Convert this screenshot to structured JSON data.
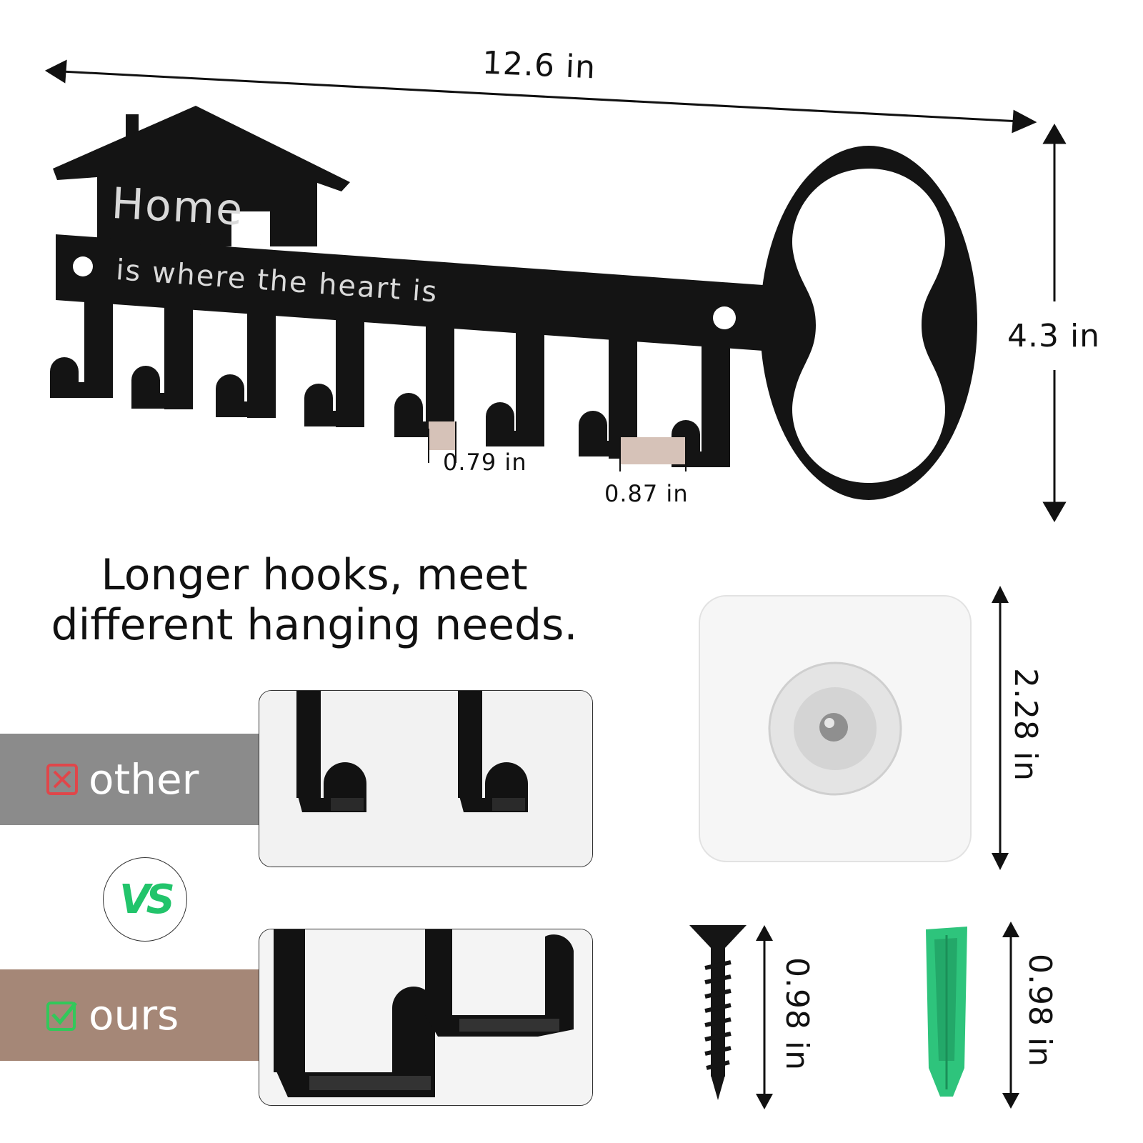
{
  "dimensions": {
    "total_length": "12.6 in",
    "total_height": "4.3 in",
    "hook_depth": "0.79 in",
    "hook_spacing": "0.87 in",
    "pad_height": "2.28 in",
    "screw_length": "0.98 in",
    "anchor_length": "0.98 in"
  },
  "rack_text": {
    "word": "Home",
    "phrase": "is where the heart is"
  },
  "headline": {
    "line1": "Longer hooks, meet",
    "line2": "different hanging needs."
  },
  "comparison": {
    "other_label": "other",
    "ours_label": "ours",
    "vs_label": "VS"
  },
  "colors": {
    "other_band": "#8b8b8b",
    "ours_band": "#a58777",
    "vs_green": "#22c46b",
    "check_green": "#32c85a",
    "cross_red": "#e0464a",
    "anchor_green": "#2ec47c",
    "metal": "#141414"
  },
  "icons": {
    "other_mark": "cross-box-icon",
    "ours_mark": "check-box-icon"
  }
}
